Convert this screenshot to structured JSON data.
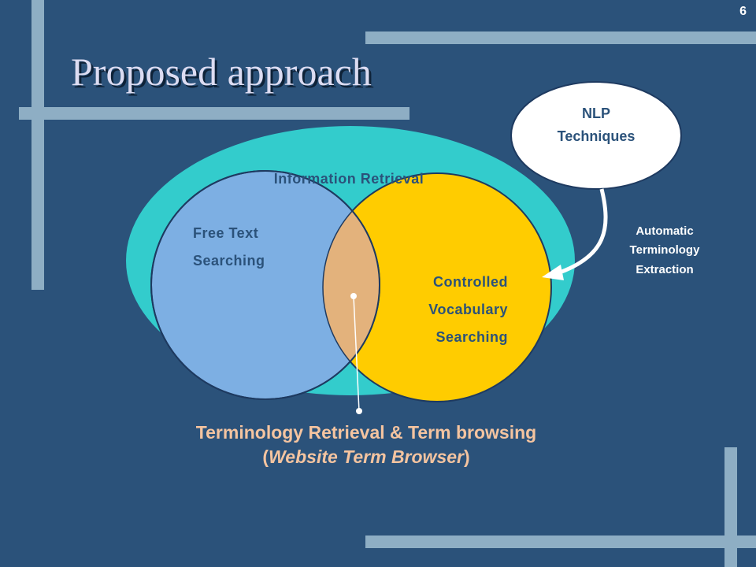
{
  "slide": {
    "number": "6",
    "title": "Proposed approach"
  },
  "diagram": {
    "outer_label": "Information Retrieval",
    "left_circle": [
      "Free Text",
      "Searching"
    ],
    "right_circle": [
      "Controlled",
      "Vocabulary",
      "Searching"
    ],
    "nlp_bubble": [
      "NLP",
      "Techniques"
    ],
    "arrow_label": [
      "Automatic",
      "Terminology",
      "Extraction"
    ],
    "caption_line1": "Terminology Retrieval & Term browsing",
    "caption_line2_open": "(",
    "caption_line2_italic": "Website Term Browser",
    "caption_line2_close": ")"
  },
  "colors": {
    "background": "#2b527a",
    "accent_bars": "#8eaec4",
    "outer_ellipse": "#33cccc",
    "left_circle": "#7dafe3",
    "right_circle": "#ffcc00",
    "overlap": "#e3b27c",
    "caption": "#f4c4a0"
  }
}
